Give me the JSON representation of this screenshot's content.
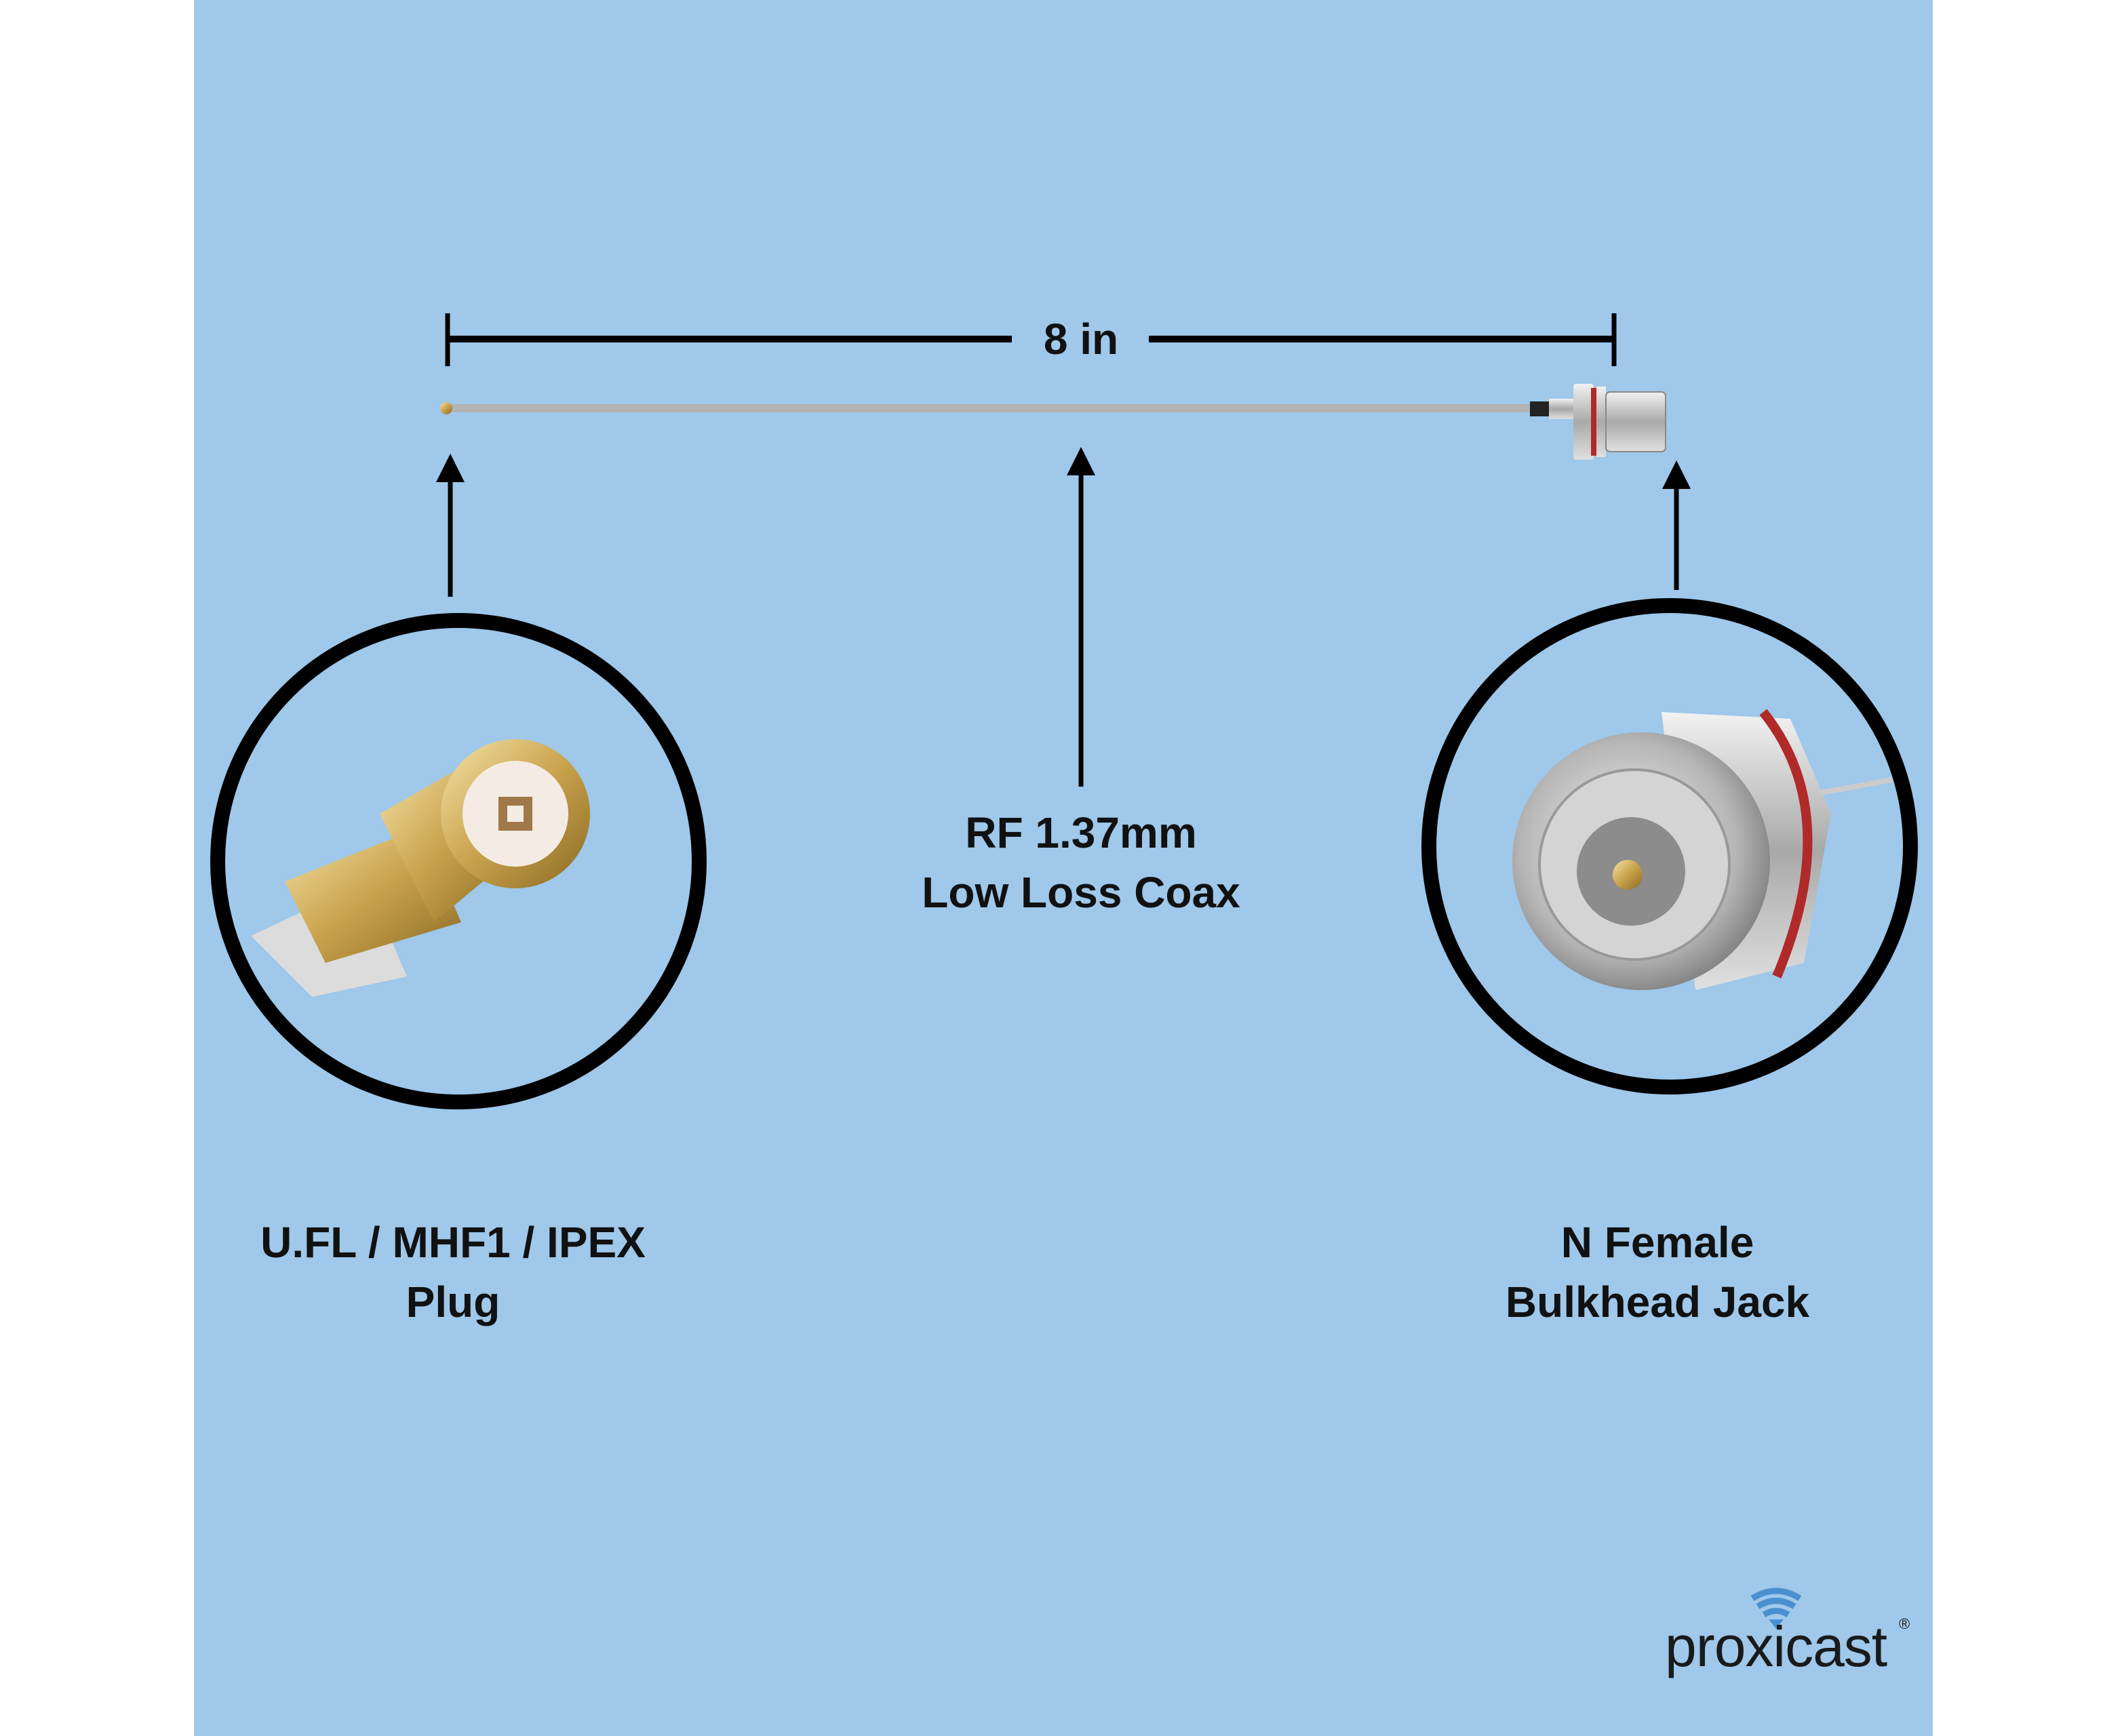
{
  "dimension": {
    "length_label": "8 in"
  },
  "cable": {
    "line1": "RF 1.37mm",
    "line2": "Low Loss Coax"
  },
  "left_connector": {
    "line1": "U.FL / MHF1 / IPEX",
    "line2": "Plug"
  },
  "right_connector": {
    "line1": "N Female",
    "line2": "Bulkhead Jack"
  },
  "brand": {
    "name": "proxicast",
    "mark": "®"
  },
  "colors": {
    "background": "#9fc8ea",
    "cable": "#b3b3b3",
    "logo_accent": "#4a90d0"
  }
}
